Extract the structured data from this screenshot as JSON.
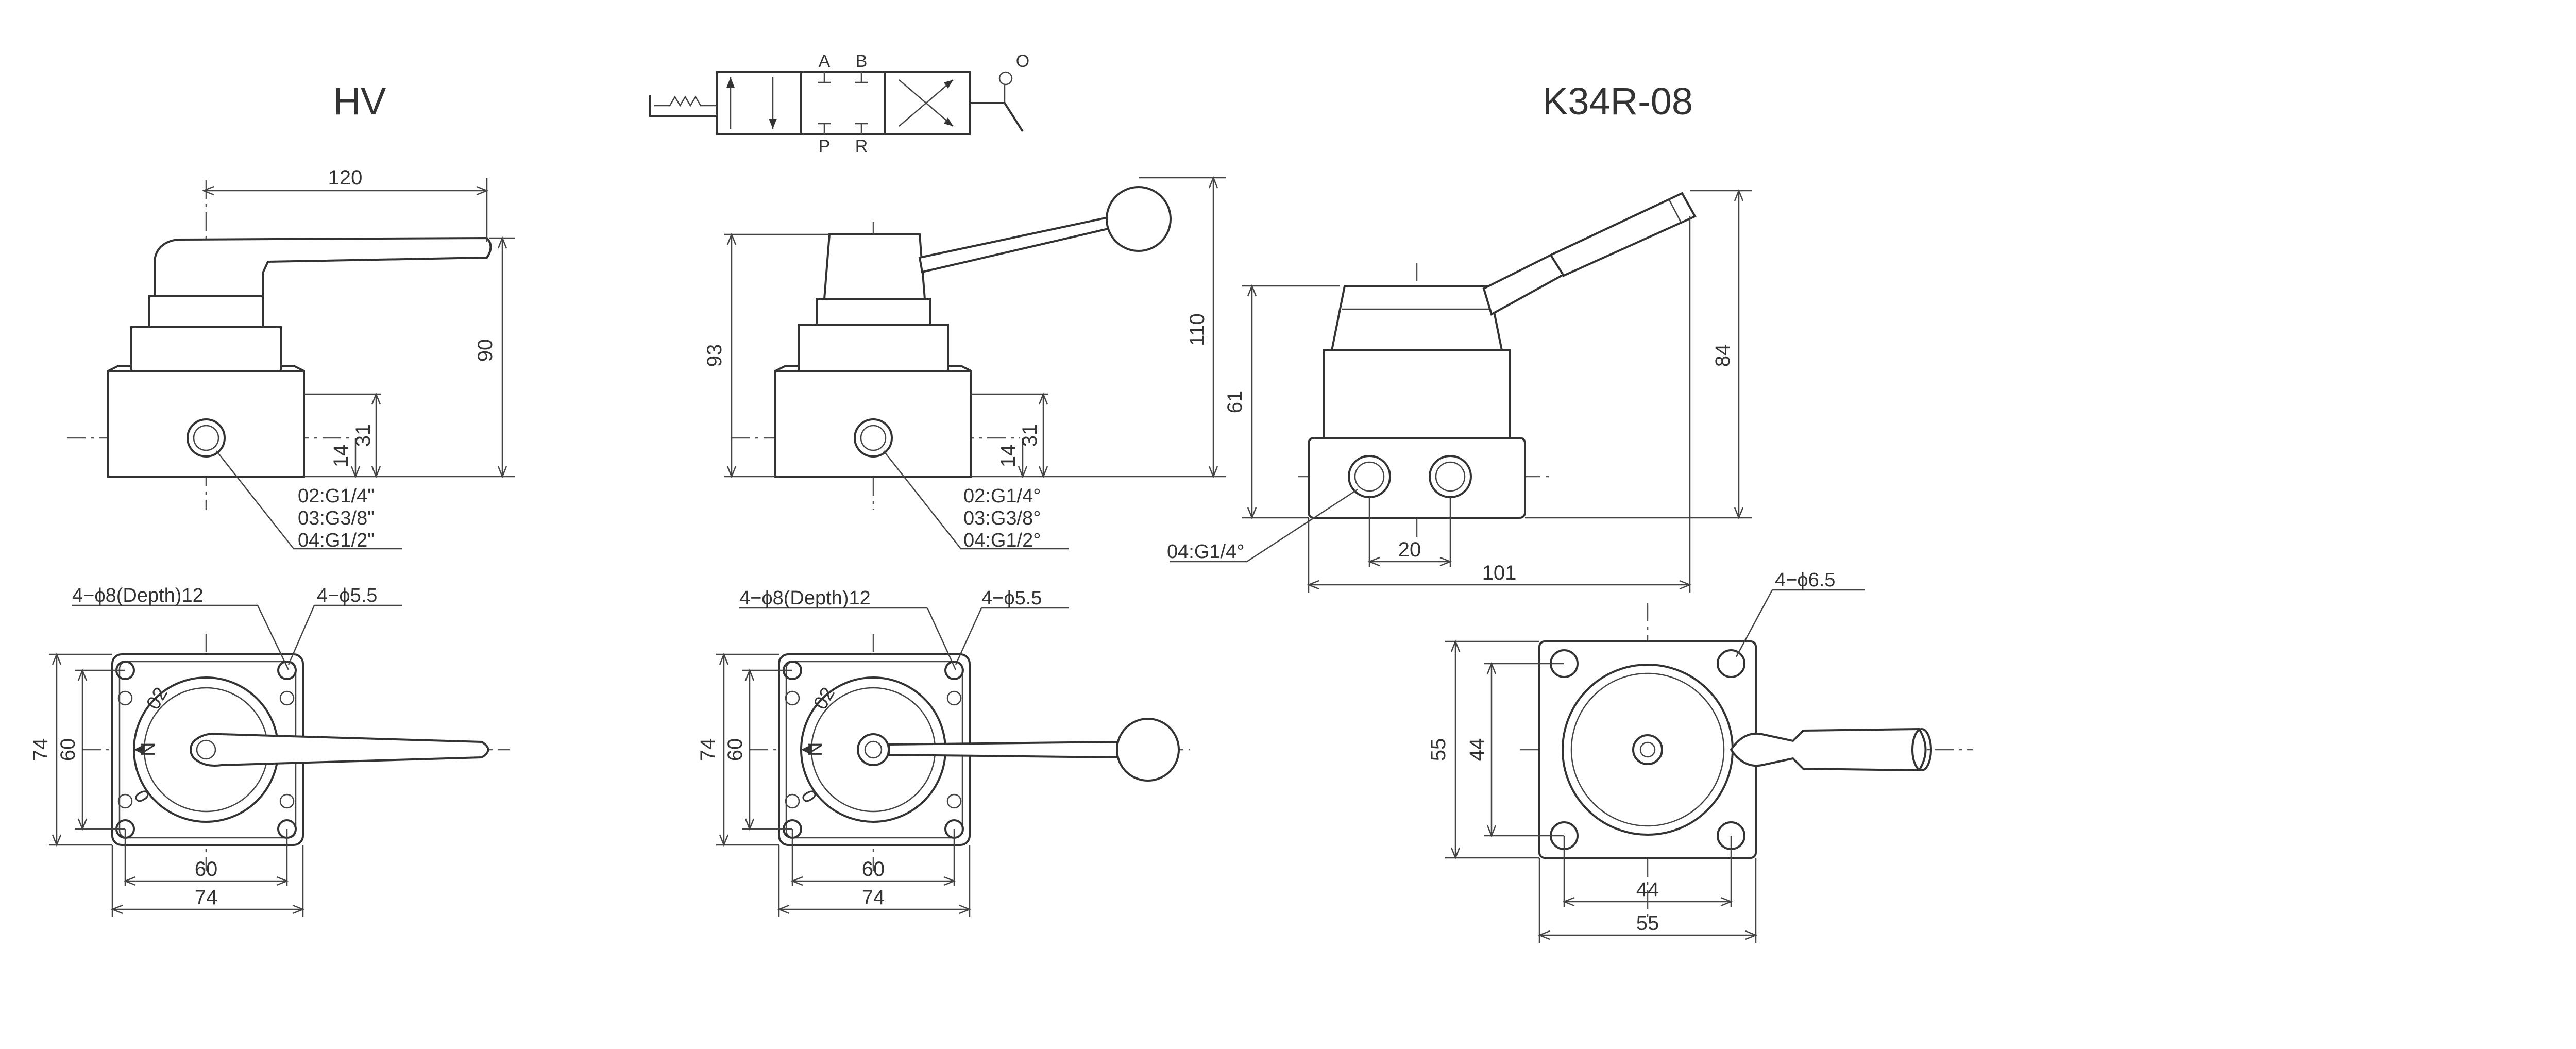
{
  "titles": {
    "hv": "HV",
    "k34r": "K34R-08"
  },
  "symbol": {
    "port_a": "A",
    "port_b": "B",
    "port_p": "P",
    "port_r": "R",
    "lever": "O"
  },
  "hv": {
    "width": "120",
    "height": "90",
    "d14": "14",
    "d31": "31",
    "ports": [
      "02:G1/4\"",
      "03:G3/8\"",
      "04:G1/2\""
    ],
    "hole_depth": "4−ϕ8(Depth)12",
    "mount": "4−ϕ5.5",
    "side_outer": "74",
    "side_inner": "60",
    "bottom_inner": "60",
    "bottom_outer": "74",
    "dial": [
      "02",
      "N",
      "0"
    ]
  },
  "ball": {
    "height_body": "93",
    "height_total": "110",
    "d14": "14",
    "d31": "31",
    "ports": [
      "02:G1/4°",
      "03:G3/8°",
      "04:G1/2°"
    ],
    "hole_depth": "4−ϕ8(Depth)12",
    "mount": "4−ϕ5.5",
    "side_outer": "74",
    "side_inner": "60",
    "bottom_inner": "60",
    "bottom_outer": "74",
    "dial": [
      "02",
      "N",
      "0"
    ]
  },
  "k34r": {
    "h61": "61",
    "h84": "84",
    "port": "04:G1/4°",
    "pitch": "20",
    "length": "101",
    "mount": "4−ϕ6.5",
    "side_outer": "55",
    "side_inner": "44",
    "bottom_inner": "44",
    "bottom_outer": "55"
  }
}
